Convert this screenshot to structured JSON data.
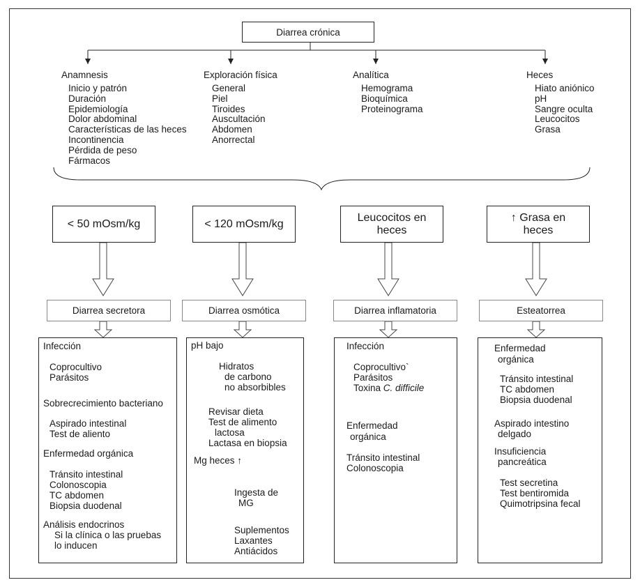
{
  "title": "Diarrea crónica",
  "columns": [
    {
      "heading": "Anamnesis",
      "items": [
        "Inicio y patrón",
        "Duración",
        "Epidemiología",
        "Dolor abdominal",
        "Características de las heces",
        "Incontinencia",
        "Pérdida de peso",
        "Fármacos"
      ]
    },
    {
      "heading": "Exploración física",
      "items": [
        "General",
        "Piel",
        "Tiroides",
        "Auscultación",
        "Abdomen",
        "Anorrectal"
      ]
    },
    {
      "heading": "Analítica",
      "items": [
        "Hemograma",
        "Bioquímica",
        "Proteinograma"
      ]
    },
    {
      "heading": "Heces",
      "items": [
        "Hiato aniónico",
        "pH",
        "Sangre oculta",
        "Leucocitos",
        "Grasa"
      ]
    }
  ],
  "criteria": [
    {
      "line1": "< 50 mOsm/kg",
      "line2": ""
    },
    {
      "line1": "< 120 mOsm/kg",
      "line2": ""
    },
    {
      "line1": "Leucocitos en",
      "line2": "heces"
    },
    {
      "line1": "↑ Grasa en",
      "line2": "heces"
    }
  ],
  "types": [
    "Diarrea secretora",
    "Diarrea osmótica",
    "Diarrea inflamatoria",
    "Esteatorrea"
  ],
  "secretora": {
    "l1": "Infección",
    "l2": "Coprocultivo",
    "l3": "Parásitos",
    "l4": "Sobrecrecimiento bacteriano",
    "l5": "Aspirado intestinal",
    "l6": "Test de aliento",
    "l7": "Enfermedad orgánica",
    "l8": "Tránsito intestinal",
    "l9": "Colonoscopia",
    "l10": "TC abdomen",
    "l11": "Biopsia duodenal",
    "l12": "Análisis endocrinos",
    "l13": "Si la clínica o las pruebas",
    "l14": "lo inducen"
  },
  "osmotica": {
    "l1": "pH bajo",
    "l2": "Hidratos",
    "l3": "de carbono",
    "l4": "no absorbibles",
    "l5": "Revisar dieta",
    "l6": "Test de alimento",
    "l7": "lactosa",
    "l8": "Lactasa en biopsia",
    "l9": "Mg heces ↑",
    "l10": "Ingesta de",
    "l11": "MG",
    "l12": "Suplementos",
    "l13": "Laxantes",
    "l14": "Antiácidos"
  },
  "inflamatoria": {
    "l1": "Infección",
    "l2": "Coprocultivo`",
    "l3": "Parásitos",
    "l4a": "Toxina ",
    "l4b": "C. difficile",
    "l5": "Enfermedad",
    "l6": "orgánica",
    "l7": "Tránsito intestinal",
    "l8": "Colonoscopia"
  },
  "esteatorrea": {
    "l1": "Enfermedad",
    "l2": "orgánica",
    "l3": "Tránsito intestinal",
    "l4": "TC abdomen",
    "l5": "Biopsia duodenal",
    "l6": "Aspirado intestino",
    "l7": "delgado",
    "l8": "Insuficiencia",
    "l9": "pancreática",
    "l10": "Test secretina",
    "l11": "Test bentiromida",
    "l12": "Quimotripsina fecal"
  }
}
